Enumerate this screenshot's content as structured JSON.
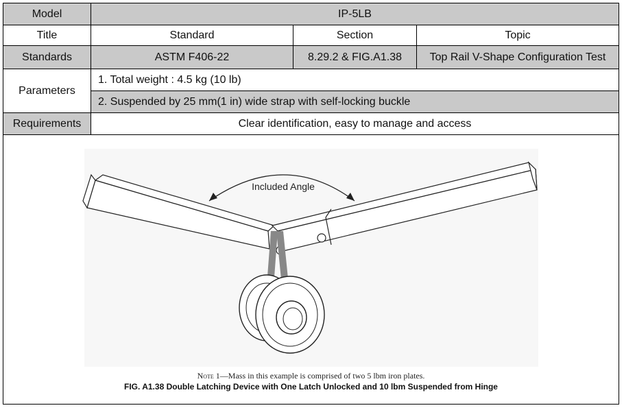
{
  "table": {
    "model_label": "Model",
    "model_value": "IP-5LB",
    "title_label": "Title",
    "col_standard": "Standard",
    "col_section": "Section",
    "col_topic": "Topic",
    "standards_label": "Standards",
    "standard_value": "ASTM F406-22",
    "section_value": "8.29.2 & FIG.A1.38",
    "topic_value": "Top Rail V-Shape Configuration Test",
    "parameters_label": "Parameters",
    "param_1": "1.  Total weight : 4.5 kg (10 lb)",
    "param_2": "2.  Suspended by 25 mm(1 in) wide strap with self-locking buckle",
    "requirements_label": "Requirements",
    "requirements_value": "Clear identification, easy to manage and access"
  },
  "figure": {
    "angle_label": "Included Angle",
    "note_prefix": "Note",
    "note_text": " 1—Mass in this example is comprised of two 5 lbm iron plates.",
    "caption": "FIG. A1.38 Double Latching Device with One Latch Unlocked and 10 lbm Suspended from Hinge"
  }
}
